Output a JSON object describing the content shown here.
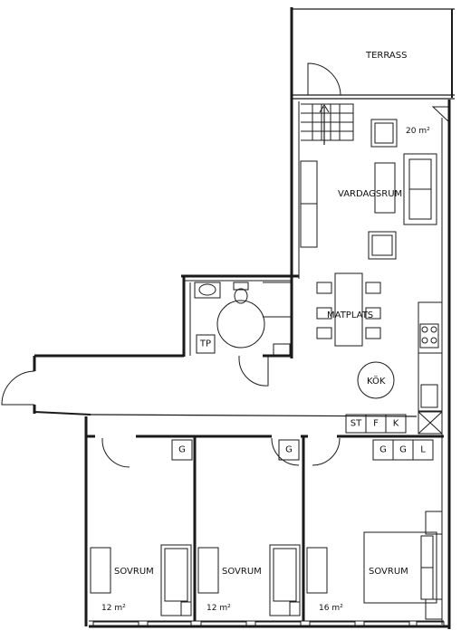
{
  "rooms": {
    "terrace": "TERRASS",
    "living": "VARDAGSRUM",
    "living_area": "20 m²",
    "dining": "MATPLATS",
    "kitchen": "KÖK",
    "bedroom1": "SOVRUM",
    "bedroom1_area": "12 m²",
    "bedroom2": "SOVRUM",
    "bedroom2_area": "12 m²",
    "bedroom3": "SOVRUM",
    "bedroom3_area": "16 m²"
  },
  "fixtures": {
    "tp": "TP",
    "st": "ST",
    "f": "F",
    "k": "K",
    "g1": "G",
    "g2": "G",
    "g3": "G",
    "g4": "G",
    "l": "L"
  },
  "colors": {
    "wall": "#1a1a1a",
    "line": "#222222"
  }
}
